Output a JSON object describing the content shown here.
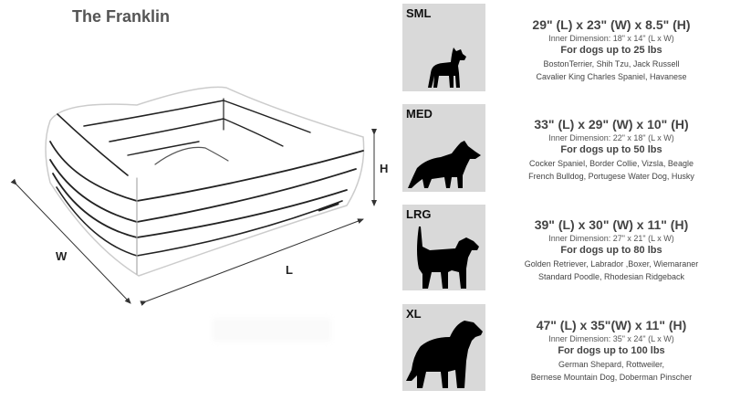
{
  "title": "The Franklin",
  "diagram": {
    "labels": {
      "width": "W",
      "length": "L",
      "height": "H"
    }
  },
  "sizes": [
    {
      "tag": "SML",
      "icon": "boston-terrier-silhouette-icon",
      "outer": "29\" (L) x 23\" (W) x 8.5\" (H)",
      "inner": "Inner Dimension: 18\" x 14\" (L x W)",
      "weight": "For dogs up to 25 lbs",
      "breeds_line1": "BostonTerrier, Shih Tzu,  Jack Russell",
      "breeds_line2": "Cavalier King Charles Spaniel, Havanese"
    },
    {
      "tag": "MED",
      "icon": "border-collie-silhouette-icon",
      "outer": "33\" (L) x 29\" (W) x 10\" (H)",
      "inner": "Inner Dimension: 22\" x 18\" (L x W)",
      "weight": "For dogs up to 50 lbs",
      "breeds_line1": "Cocker Spaniel, Border Collie, Vizsla, Beagle",
      "breeds_line2": "French Bulldog, Portugese Water Dog, Husky"
    },
    {
      "tag": "LRG",
      "icon": "labrador-silhouette-icon",
      "outer": "39\" (L) x 30\" (W) x 11\" (H)",
      "inner": "Inner Dimension: 27\" x 21\" (L x W)",
      "weight": "For dogs up to 80 lbs",
      "breeds_line1": "Golden Retriever, Labrador ,Boxer, Wiemaraner",
      "breeds_line2": "Standard Poodle, Rhodesian Ridgeback"
    },
    {
      "tag": "XL",
      "icon": "golden-retriever-silhouette-icon",
      "outer": "47\" (L) x 35\"(W) x 11\" (H)",
      "inner": "Inner Dimension: 35\" x 24\" (L x W)",
      "weight": "For dogs up to 100 lbs",
      "breeds_line1": "German Shepard, Rottweiler,",
      "breeds_line2": "Bernese Mountain Dog, Doberman Pinscher"
    }
  ],
  "colors": {
    "box_bg": "#d9d9d9",
    "title": "#555555",
    "text": "#444444"
  }
}
